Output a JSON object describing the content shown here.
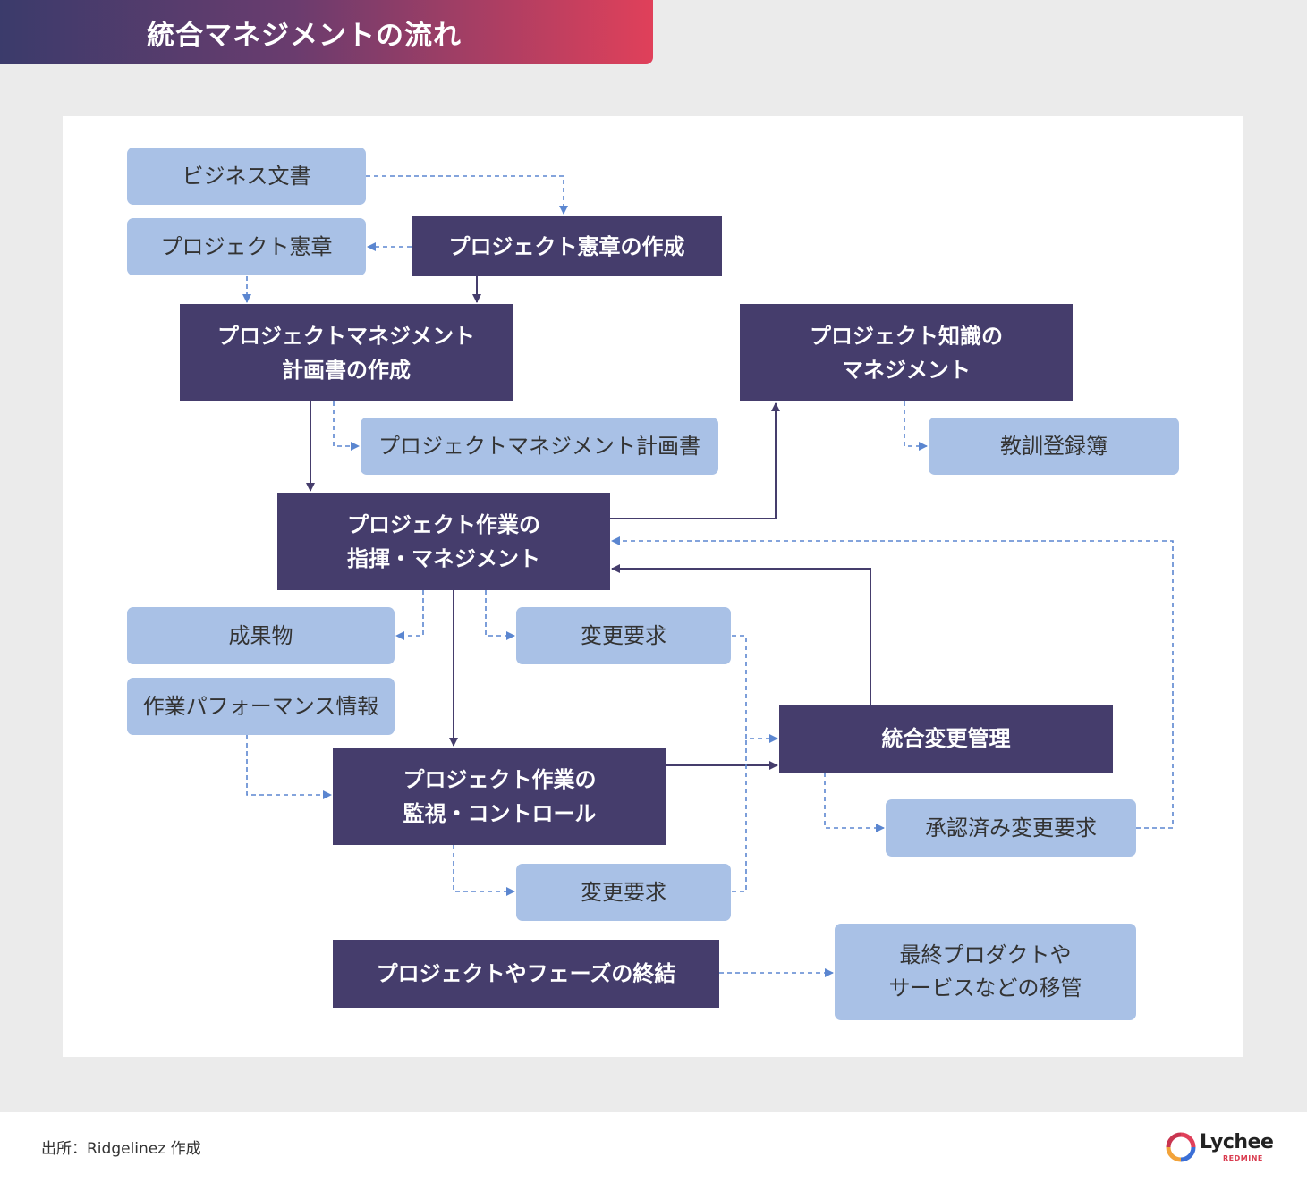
{
  "title": "統合マネジメントの流れ",
  "nodes": {
    "business_docs": "ビジネス文書",
    "project_charter": "プロジェクト憲章",
    "develop_charter": "プロジェクト憲章の作成",
    "develop_pm_plan": "プロジェクトマネジメント\n計画書の作成",
    "manage_knowledge": "プロジェクト知識の\nマネジメント",
    "pm_plan": "プロジェクトマネジメント計画書",
    "lessons_learned": "教訓登録簿",
    "direct_manage": "プロジェクト作業の\n指揮・マネジメント",
    "deliverables": "成果物",
    "change_request_1": "変更要求",
    "work_perf_info": "作業パフォーマンス情報",
    "integrated_change": "統合変更管理",
    "monitor_control": "プロジェクト作業の\n監視・コントロール",
    "approved_changes": "承認済み変更要求",
    "change_request_2": "変更要求",
    "close_project": "プロジェクトやフェーズの終結",
    "final_transition": "最終プロダクトや\nサービスなどの移管"
  },
  "footer": {
    "source": "出所：Ridgelinez 作成"
  },
  "logo": {
    "name": "Lychee",
    "sub": "REDMINE"
  },
  "colors": {
    "dark_node": "#453d6c",
    "light_node": "#a9c1e6",
    "solid_arrow": "#453d6c",
    "dashed_arrow": "#5b86d0"
  }
}
